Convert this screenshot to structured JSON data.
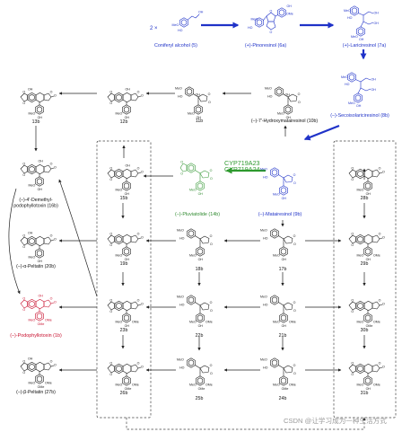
{
  "title": "",
  "colors": {
    "enzyme_path": "#1f32c8",
    "enzyme": "#2f9a2f",
    "target": "#c8102e",
    "default": "#111111"
  },
  "multiplier": "2 ×",
  "enzymes": [
    "CYP719A23",
    "CYP719A24"
  ],
  "watermark": "CSDN @让学习成为一种生活方式",
  "compounds": [
    {
      "id": "5",
      "text": "Coniferyl alcohol (5)",
      "color": "blue"
    },
    {
      "id": "6a",
      "text": "(+)-Pinoresinol (6a)",
      "color": "blue"
    },
    {
      "id": "7a",
      "text": "(+)-Lariciresinol (7a)",
      "color": "blue"
    },
    {
      "id": "8b",
      "text": "(–)-Secoisolariciresinol (8b)",
      "color": "blue"
    },
    {
      "id": "9b",
      "text": "(–)-Matairesinol (9b)",
      "color": "blue"
    },
    {
      "id": "14b",
      "text": "(–)-Pluviatolide (14b)",
      "color": "green"
    },
    {
      "id": "10b",
      "text": "(–)-7'-Hydroxymatairesinol (10b)",
      "color": "black"
    },
    {
      "id": "11b",
      "text": "11b",
      "color": "black"
    },
    {
      "id": "12b",
      "text": "12b",
      "color": "black"
    },
    {
      "id": "13b",
      "text": "13b",
      "color": "black"
    },
    {
      "id": "15b",
      "text": "15b",
      "color": "black"
    },
    {
      "id": "16b",
      "text": "(–)-4'-Demethyl-",
      "text2": "podophyllotoxin (16b)",
      "color": "black"
    },
    {
      "id": "20b",
      "text": "(–)-α-Peltatin (20b)",
      "color": "black"
    },
    {
      "id": "1b",
      "text": "(–)-Podophyllotoxin (1b)",
      "color": "red"
    },
    {
      "id": "27b",
      "text": "(–)-β-Peltatin (27b)",
      "color": "black"
    },
    {
      "id": "17b",
      "text": "17b",
      "color": "black"
    },
    {
      "id": "18b",
      "text": "18b",
      "color": "black"
    },
    {
      "id": "19b",
      "text": "19b",
      "color": "black"
    },
    {
      "id": "21b",
      "text": "21b",
      "color": "black"
    },
    {
      "id": "22b",
      "text": "22b",
      "color": "black"
    },
    {
      "id": "23b",
      "text": "23b",
      "color": "black"
    },
    {
      "id": "24b",
      "text": "24b",
      "color": "black"
    },
    {
      "id": "25b",
      "text": "25b",
      "color": "black"
    },
    {
      "id": "26b",
      "text": "26b",
      "color": "black"
    },
    {
      "id": "28b",
      "text": "28b",
      "color": "black"
    },
    {
      "id": "29b",
      "text": "29b",
      "color": "black"
    },
    {
      "id": "30b",
      "text": "30b",
      "color": "black"
    },
    {
      "id": "31b",
      "text": "31b",
      "color": "black"
    }
  ],
  "atoms": {
    "oh": "OH",
    "meo": "MeO",
    "ome": "OMe",
    "o": "O",
    "ho": "HO"
  }
}
